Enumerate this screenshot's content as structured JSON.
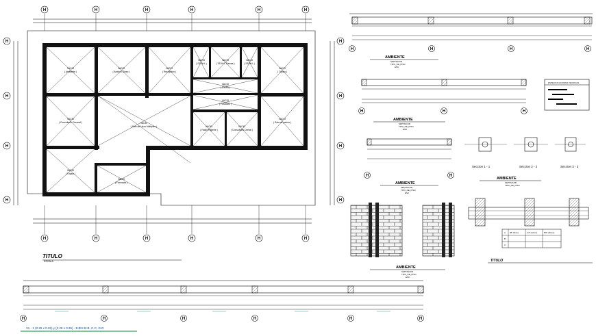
{
  "axis_label": "H",
  "plan": {
    "rooms": [
      {
        "name": "VACIO",
        "sub": "( Ambiente )"
      },
      {
        "name": "VACIO",
        "sub": "( Archivo Ginec )"
      },
      {
        "name": "VACIO",
        "sub": "( Recepcion )"
      },
      {
        "name": "VACIO",
        "sub": "( SS.HH. )"
      },
      {
        "name": "VACIO",
        "sub": "( SS.HH. Damas )"
      },
      {
        "name": "VACIO",
        "sub": "( SS.HH. )"
      },
      {
        "name": "VACIO",
        "sub": "( Tópico )"
      },
      {
        "name": "VACIO",
        "sub": "( Consultorio General )"
      },
      {
        "name": "VACIO",
        "sub": "( Sala de Usos Multiples )"
      },
      {
        "name": "VACIO",
        "sub": "( Pasillo )"
      },
      {
        "name": "VACIO",
        "sub": "( Pasadizo )"
      },
      {
        "name": "VACIO",
        "sub": "( Radio Higiene )"
      },
      {
        "name": "VACIO",
        "sub": "( Consultorio Dental )"
      },
      {
        "name": "VACIO",
        "sub": "( Sala de partos )"
      },
      {
        "name": "VACIO",
        "sub": "( Tópico )"
      },
      {
        "name": "VACIO",
        "sub": "( Farmacia )"
      }
    ],
    "title": "TITULO",
    "subtitle": "ESCALA"
  },
  "details": {
    "section_title": "AMBIENTE",
    "section_sub1": "SEPTAR.RR",
    "section_sub2": "TIPO_DE_PISO",
    "section_sub3": "ESC",
    "sections": [
      "Seccion 1 - 1",
      "Seccion 2 - 2",
      "Seccion 3 - 3"
    ],
    "specs_title": "ESPECIFICACIONES TECNICAS",
    "table_rows": [
      "A",
      "B",
      "C"
    ],
    "table_cols": [
      "38\" (5mm)",
      "1/2\" (12mm)",
      "5/8\" (16mm)"
    ],
    "bottom_title": "TITULO"
  },
  "beam_caption": "VA - 1 (0.25 x 0.25) y (0.25 x 0.35) - EJES B-B, C-C, D-D"
}
